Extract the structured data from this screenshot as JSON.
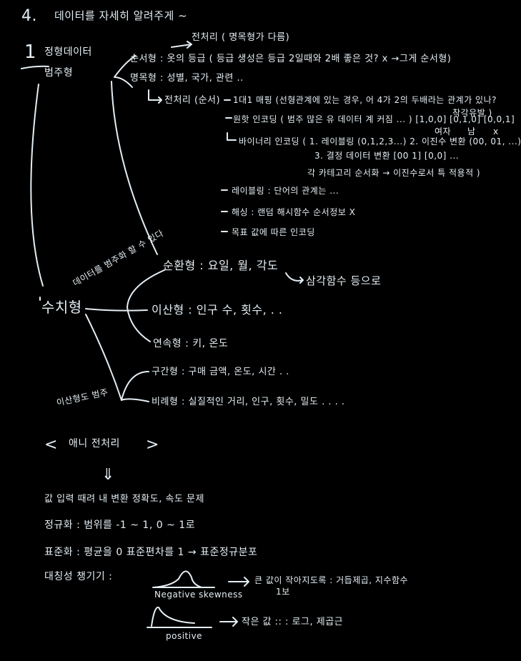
{
  "heading": {
    "number": "4.",
    "text": "데이터를 자세히 알려주게 ~"
  },
  "preprocess_note": "전처리 ( 명목형가 다름)",
  "categorical": {
    "number": "1",
    "title_line1": "정형데이터",
    "title_line2": "범주형",
    "ordinal": "순서형 : 옷의 등급 ( 등급 생성은 등급 2일때와 2배 좋은 것? x →그게 순서형)",
    "nominal": "명목형 : 성별, 국가, 관련 ..",
    "pre_label": "전처리 (순서)",
    "ohe": "1대1 매핑 (선형관계에 있는 경우, 어 4가 2의 두배라는 관계가 있나?",
    "ohe_note": "착각유발 )",
    "onehot": "원핫 인코딩 ( 범주 많은 유 데이터 계 커짐 ... ) [1,0,0] [0,1,0] [0,0,1]",
    "onehot_sub1": "여자",
    "onehot_sub2": "남",
    "onehot_sub3": "x",
    "binary": "바이너리 인코딩 ( 1. 레이블링 (0,1,2,3...) 2. 이진수 변환 (00, 01, ...)",
    "binary_3": "3. 결정 데이터 변환 [00 1] [0,0] ...",
    "binary_4": "각 카테고리 순서화 → 이진수로서 특 적용적 )",
    "labeling": "레이블링 : 단어의 관계는 ...",
    "hashing": "해싱 : 랜덤 해시함수 순서정보 X",
    "target": "목표 값에 따른 인코딩"
  },
  "numeric": {
    "title": "수치형",
    "side_note_1": "데이터를 범주화 할 수 있다",
    "side_note_2": "이산형도 범주",
    "cyclic": "순환형 : 요일, 월, 각도",
    "cyclic_arrow": "삼각함수 등으로",
    "discrete": "이산형 : 인구 수, 횟수, . .",
    "continuous": "연속형 : 키, 온도",
    "interval": "구간형 : 구매 금액, 온도, 시간 . .",
    "ratio": "비례형 : 실질적인 거리, 인구, 횟수, 밀도 . . . ."
  },
  "scaling": {
    "title_left": "<",
    "title": "애니 전처리",
    "title_right": ">",
    "down_arrow": "⇓",
    "intro": "값 입력 때려 내 변환 정확도, 속도 문제",
    "normalize": "정규화 : 범위를 -1 ~ 1, 0 ~ 1로",
    "standardize": "표준화 : 평균을 0 표준편차를 1 → 표준정규분포",
    "skew_title": "대칭성 챙기기 :",
    "neg_label": "Negative skewness",
    "neg_result": "큰 값이 작아지도록 : 거듭제곱, 지수함수",
    "neg_small": "1보",
    "pos_label": "positive",
    "pos_result": "작은 값 :: : 로그, 제곱근"
  }
}
